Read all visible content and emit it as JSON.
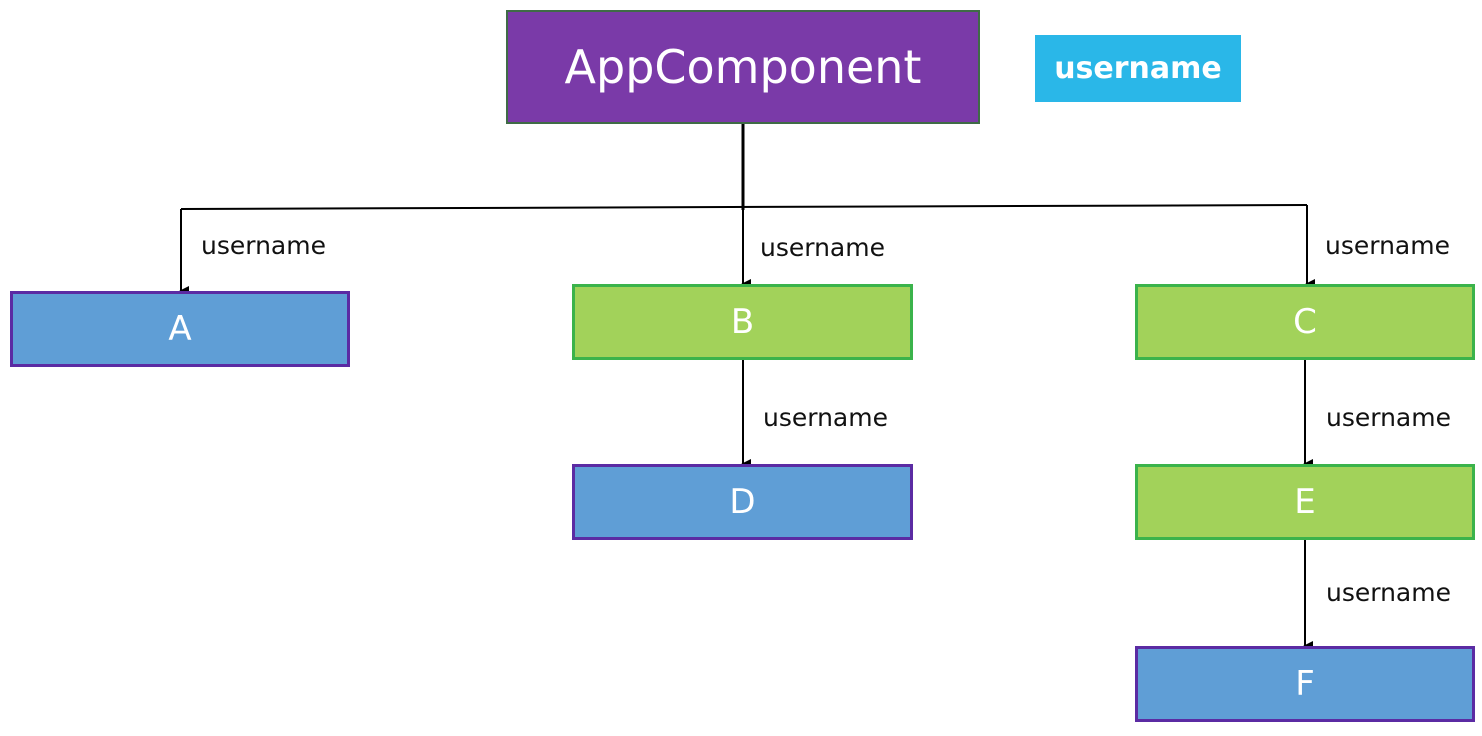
{
  "root": {
    "label": "AppComponent"
  },
  "badge": {
    "label": "username"
  },
  "nodes": {
    "a": "A",
    "b": "B",
    "c": "C",
    "d": "D",
    "e": "E",
    "f": "F"
  },
  "edges": {
    "root_to_a": "username",
    "root_to_b": "username",
    "root_to_c": "username",
    "b_to_d": "username",
    "c_to_e": "username",
    "e_to_f": "username"
  },
  "colors": {
    "root_fill": "#7a3aa8",
    "badge_fill": "#2ab7e8",
    "blue_node_fill": "#5f9ed6",
    "green_node_fill": "#a2d25a"
  }
}
